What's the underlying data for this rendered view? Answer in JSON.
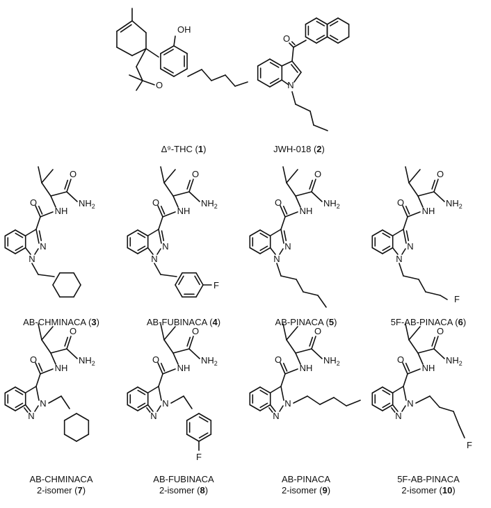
{
  "compounds": [
    {
      "id": "c1",
      "name": "Δ⁹-THC",
      "number": "1",
      "line2": ""
    },
    {
      "id": "c2",
      "name": "JWH-018",
      "number": "2",
      "line2": ""
    },
    {
      "id": "c3",
      "name": "AB-CHMINACA",
      "number": "3",
      "line2": ""
    },
    {
      "id": "c4",
      "name": "AB-FUBINACA",
      "number": "4",
      "line2": ""
    },
    {
      "id": "c5",
      "name": "AB-PINACA",
      "number": "5",
      "line2": ""
    },
    {
      "id": "c6",
      "name": "5F-AB-PINACA",
      "number": "6",
      "line2": ""
    },
    {
      "id": "c7",
      "name": "AB-CHMINACA",
      "number": "7",
      "line2": "2-isomer"
    },
    {
      "id": "c8",
      "name": "AB-FUBINACA",
      "number": "8",
      "line2": "2-isomer"
    },
    {
      "id": "c9",
      "name": "AB-PINACA",
      "number": "9",
      "line2": "2-isomer"
    },
    {
      "id": "c10",
      "name": "5F-AB-PINACA",
      "number": "10",
      "line2": "2-isomer"
    }
  ],
  "atoms": {
    "oh": "OH",
    "o": "O",
    "n": "N",
    "nh": "NH",
    "nh2_base": "NH",
    "nh2_sub": "2",
    "f": "F"
  }
}
